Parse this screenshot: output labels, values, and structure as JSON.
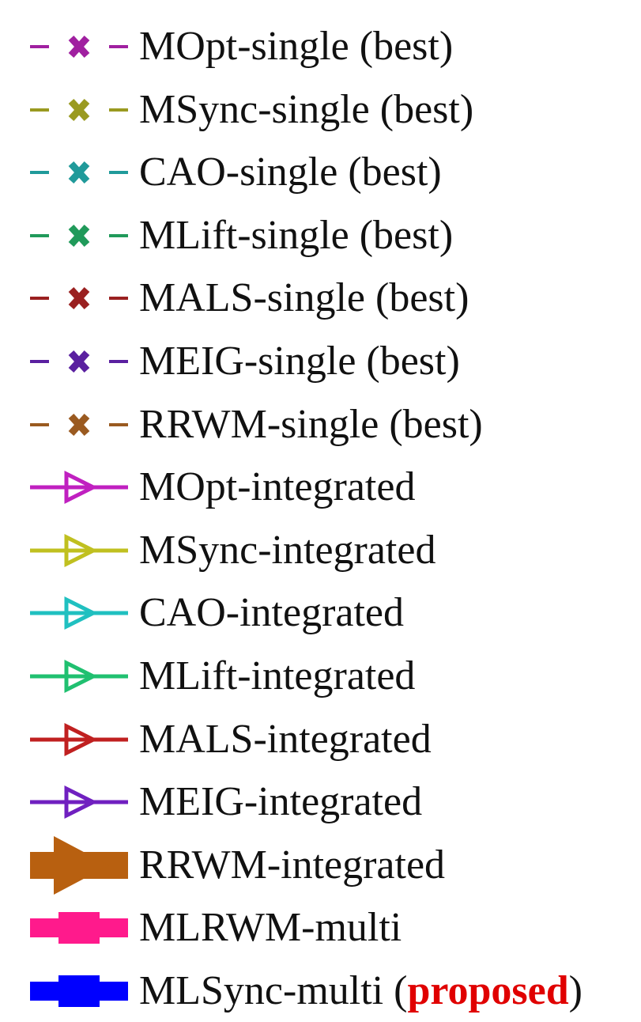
{
  "chart_data": {
    "type": "line",
    "legend": {
      "placement": "standalone",
      "entries": [
        {
          "name": "MOpt-single (best)",
          "color": "#a020a0",
          "line_style": "dashed",
          "marker": "x"
        },
        {
          "name": "MSync-single (best)",
          "color": "#9a9a20",
          "line_style": "dashed",
          "marker": "x"
        },
        {
          "name": "CAO-single (best)",
          "color": "#209a9a",
          "line_style": "dashed",
          "marker": "x"
        },
        {
          "name": "MLift-single (best)",
          "color": "#209a5a",
          "line_style": "dashed",
          "marker": "x"
        },
        {
          "name": "MALS-single (best)",
          "color": "#9a2020",
          "line_style": "dashed",
          "marker": "x"
        },
        {
          "name": "MEIG-single (best)",
          "color": "#5a20a0",
          "line_style": "dashed",
          "marker": "x"
        },
        {
          "name": "RRWM-single (best)",
          "color": "#9a5a20",
          "line_style": "dashed",
          "marker": "x"
        },
        {
          "name": "MOpt-integrated",
          "color": "#c020c0",
          "line_style": "solid",
          "marker": "triangle-right-open"
        },
        {
          "name": "MSync-integrated",
          "color": "#c0c020",
          "line_style": "solid",
          "marker": "triangle-right-open"
        },
        {
          "name": "CAO-integrated",
          "color": "#20c0c0",
          "line_style": "solid",
          "marker": "triangle-right-open"
        },
        {
          "name": "MLift-integrated",
          "color": "#20c070",
          "line_style": "solid",
          "marker": "triangle-right-open"
        },
        {
          "name": "MALS-integrated",
          "color": "#c02020",
          "line_style": "solid",
          "marker": "triangle-right-open"
        },
        {
          "name": "MEIG-integrated",
          "color": "#7020c0",
          "line_style": "solid",
          "marker": "triangle-right-open"
        },
        {
          "name": "RRWM-integrated",
          "color": "#b86010",
          "line_style": "solid-thick",
          "marker": "triangle-right-filled"
        },
        {
          "name": "MLRWM-multi",
          "color": "#ff1a8c",
          "line_style": "solid-thick",
          "marker": "plus-filled"
        },
        {
          "name": "MLSync-multi",
          "color": "#0000ff",
          "line_style": "solid-thick",
          "marker": "plus-filled",
          "note_open": " (",
          "note": "proposed",
          "note_close": ")",
          "note_color": "#e00000"
        }
      ]
    }
  }
}
